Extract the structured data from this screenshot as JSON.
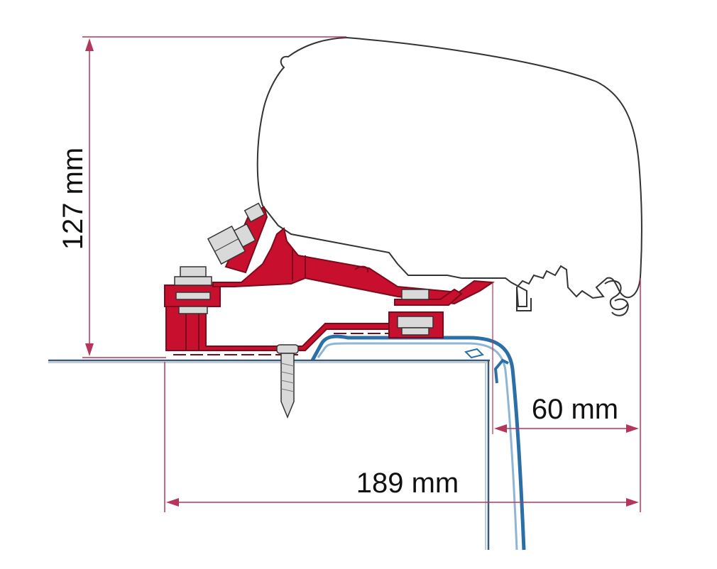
{
  "dimensions": {
    "height_label": "127 mm",
    "offset_label": "60 mm",
    "width_label": "189 mm"
  },
  "colors": {
    "dimension_line": "#b5365a",
    "bracket_fill": "#c8102e",
    "bracket_stroke": "#7a0a1c",
    "rail_blue": "#2a6fa8",
    "outline": "#333333",
    "hardware_fill": "#d9d9d9"
  }
}
